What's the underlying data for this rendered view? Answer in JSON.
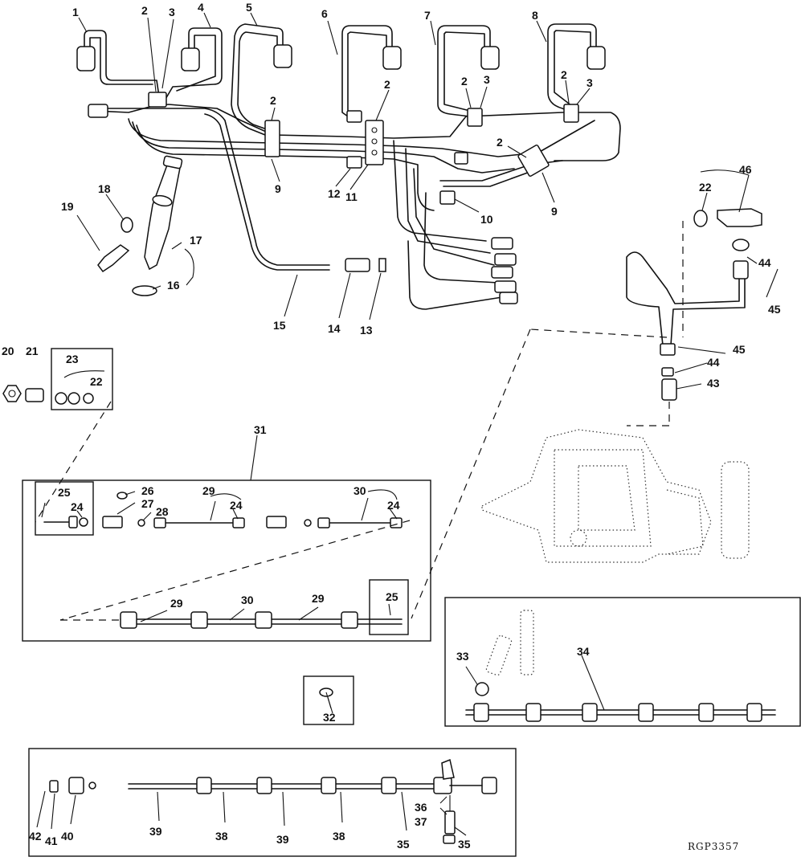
{
  "diagram": {
    "reference_code": "RGP3357",
    "callouts": [
      "1",
      "2",
      "3",
      "4",
      "5",
      "6",
      "7",
      "8",
      "9",
      "10",
      "11",
      "12",
      "13",
      "14",
      "15",
      "16",
      "17",
      "18",
      "19",
      "20",
      "21",
      "22",
      "23",
      "24",
      "25",
      "26",
      "27",
      "28",
      "29",
      "30",
      "31",
      "32",
      "33",
      "34",
      "35",
      "36",
      "37",
      "38",
      "39",
      "40",
      "41",
      "42",
      "43",
      "44",
      "45",
      "46"
    ]
  }
}
